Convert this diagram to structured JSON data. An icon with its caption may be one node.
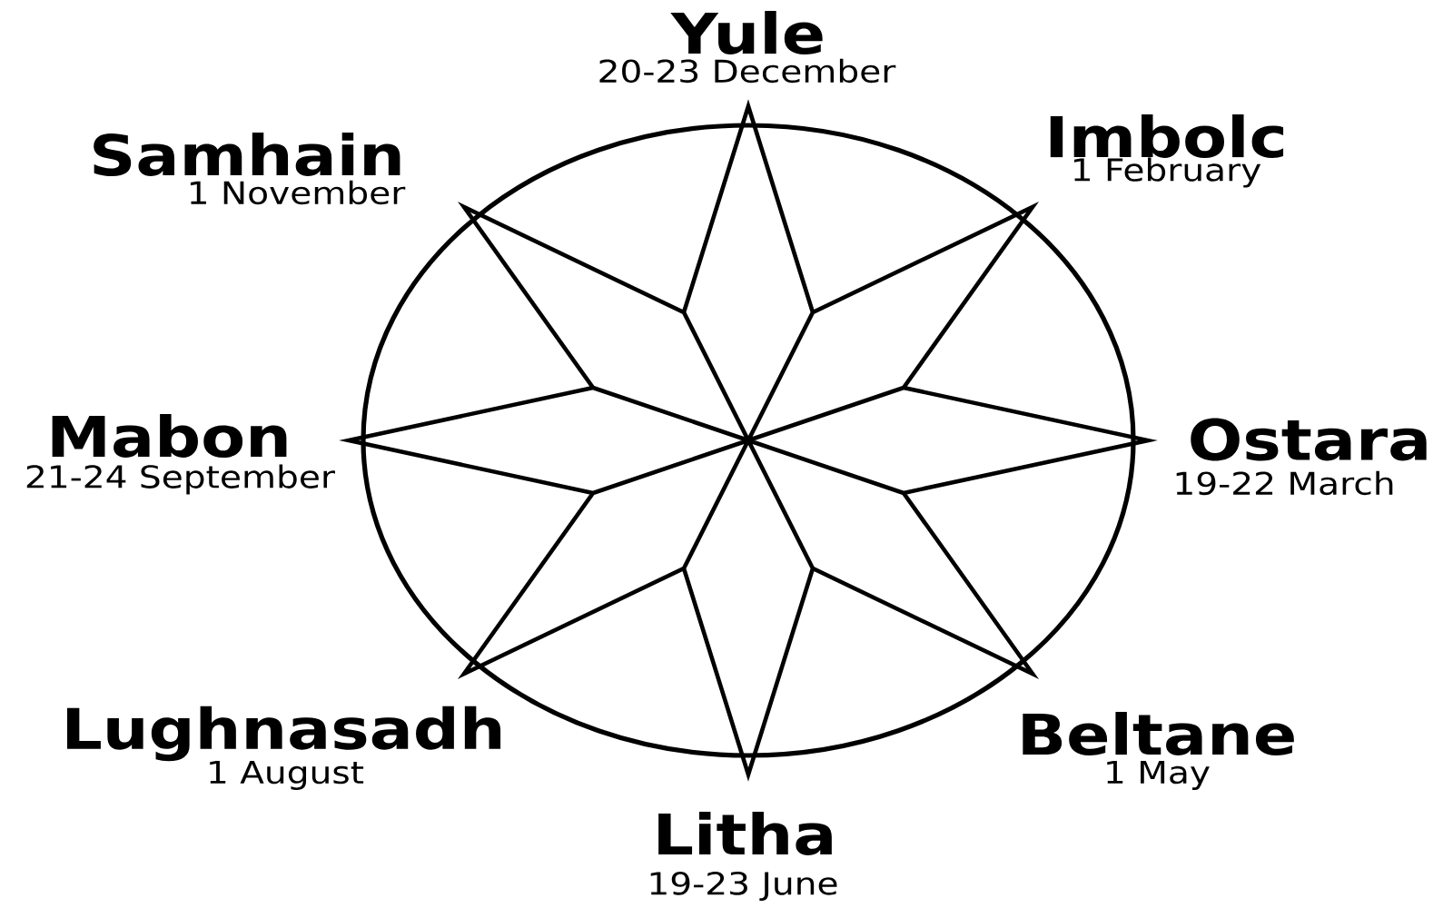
{
  "diagram": {
    "labels": [
      "Yule",
      "20-23 December",
      "Samhain",
      "1 November",
      "Imbolc",
      "1 February",
      "Mabon",
      "21-24 September",
      "Ostara",
      "19-22 March",
      "Lughnasadh",
      "1 August",
      "Beltane",
      "1 May",
      "Litha",
      "19-23 June"
    ]
  }
}
